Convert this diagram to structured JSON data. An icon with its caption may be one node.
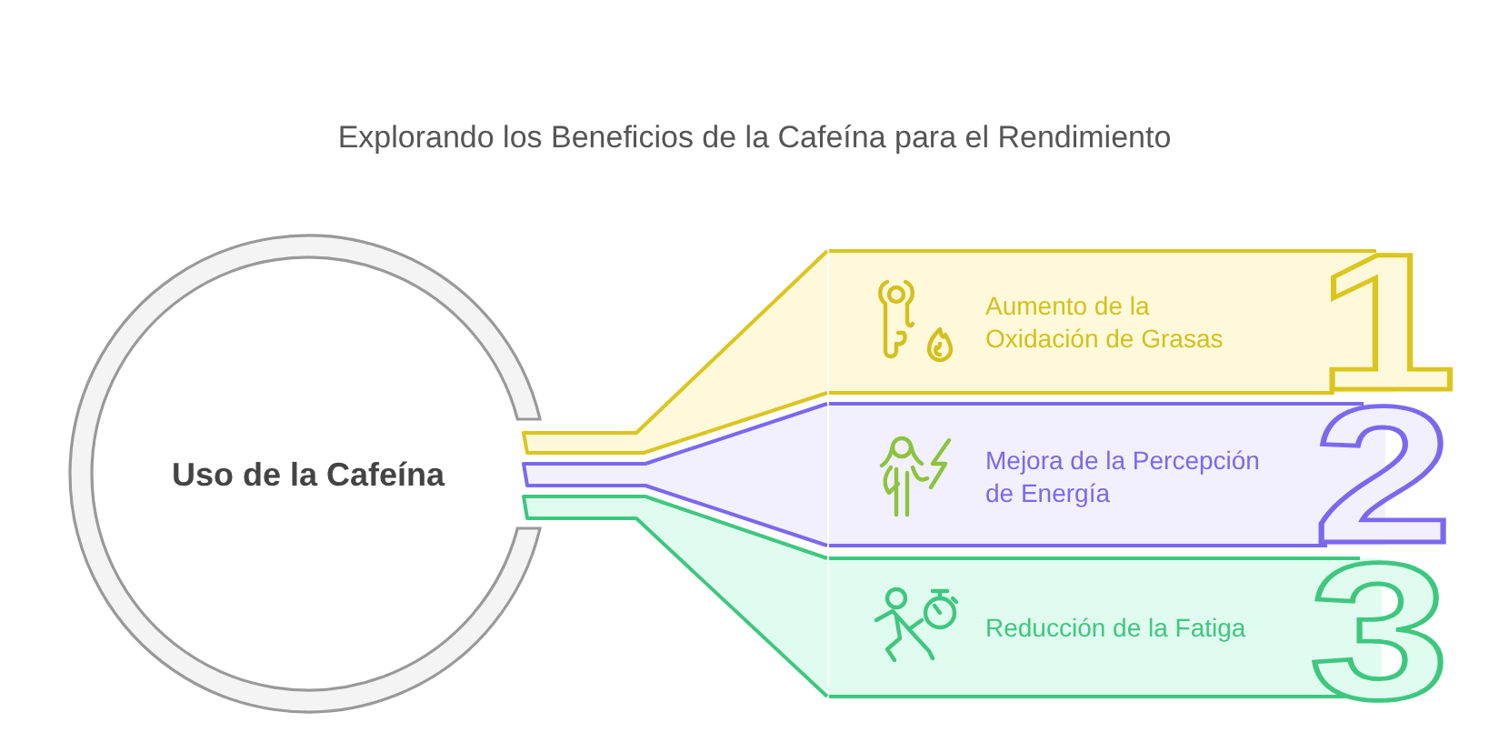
{
  "diagram": {
    "title": "Explorando los Beneficios de la Cafeína para el Rendimiento",
    "nodes": [
      {
        "text": [
          "Uso de la Cafeína"
        ]
      },
      {
        "text": [
          "Aumento de la Oxidación de Grasas",
          "1"
        ]
      },
      {
        "text": [
          "Mejora de la Percepción de Energía",
          "2"
        ]
      },
      {
        "text": [
          "Reducción de la Fatiga",
          "3"
        ]
      }
    ],
    "edges": [
      {
        "from": 0,
        "to": 1,
        "arrow": "none",
        "style": "thick",
        "color": "#dcc51e"
      },
      {
        "from": 0,
        "to": 2,
        "arrow": "none",
        "style": "thick",
        "color": "#7b68ee"
      },
      {
        "from": 0,
        "to": 3,
        "arrow": "none",
        "style": "thick",
        "color": "#3ec77f"
      }
    ]
  }
}
